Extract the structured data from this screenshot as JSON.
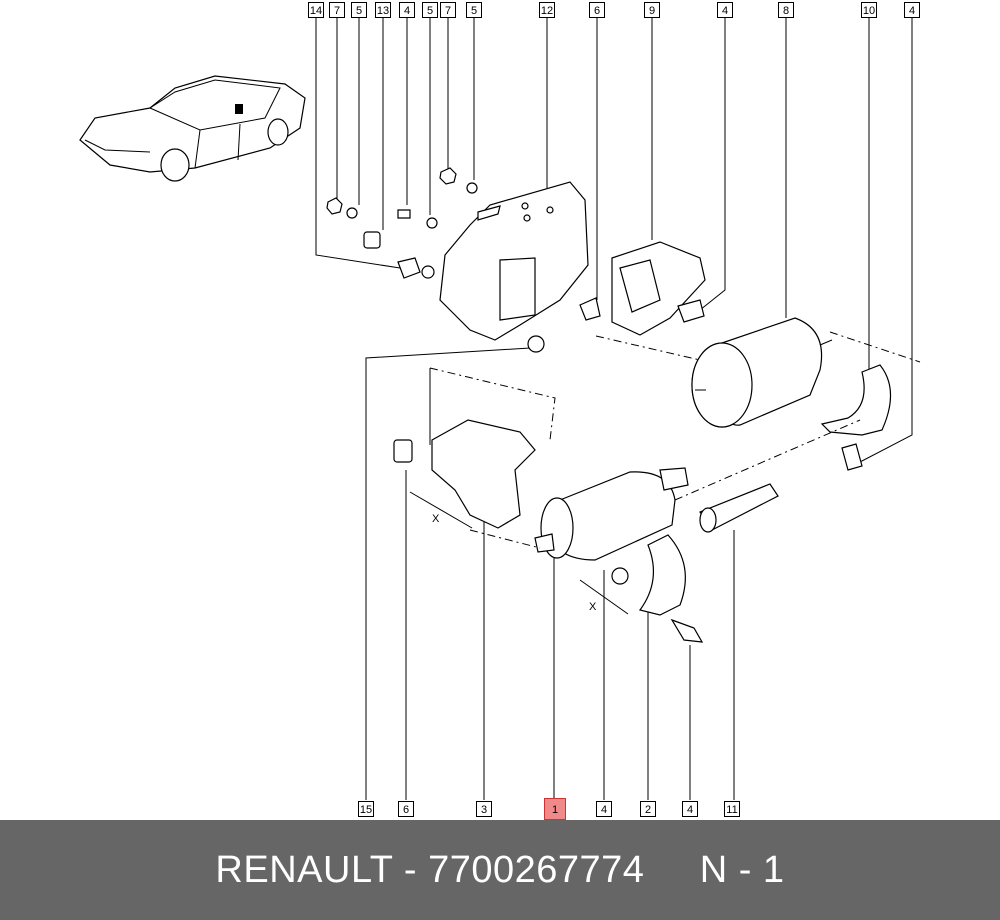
{
  "callouts_top": [
    "14",
    "7",
    "5",
    "13",
    "4",
    "5",
    "7",
    "5",
    "12",
    "6",
    "9",
    "4",
    "8",
    "10",
    "4"
  ],
  "callouts_bottom": [
    "15",
    "6",
    "3",
    "1",
    "4",
    "2",
    "4",
    "11"
  ],
  "highlighted_callout": "1",
  "dimension_label": "X",
  "footer": {
    "brand": "RENAULT",
    "separator": " - ",
    "part_number": "7700267774",
    "page": "N - 1"
  },
  "colors": {
    "footer_bg": "#666666",
    "footer_text": "#ffffff",
    "highlight": "#f08a8a"
  }
}
